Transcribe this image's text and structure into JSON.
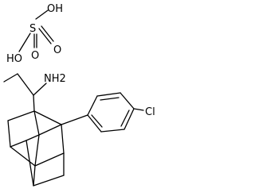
{
  "labels": {
    "oh_top": "OH",
    "sulfur": "S",
    "oxygen_right": "O",
    "oxygen_bottom": "O",
    "oh_left": "HO",
    "amine": "NH2",
    "chlorine": "Cl"
  },
  "colors": {
    "bond": "#000000",
    "text": "#000000",
    "background": "#ffffff"
  }
}
